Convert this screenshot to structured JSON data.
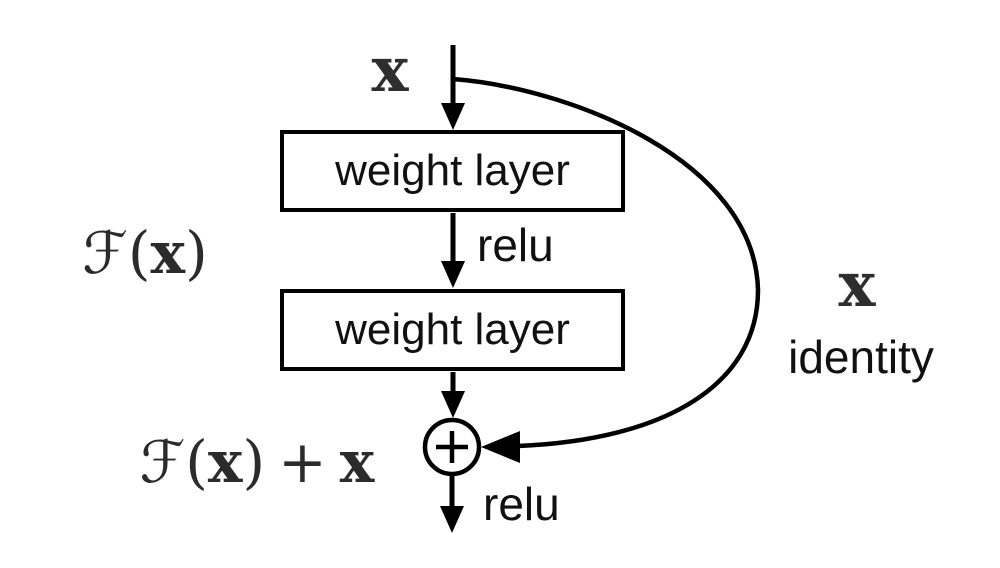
{
  "diagram": {
    "description": "residual learning building block",
    "input_label": "x",
    "blocks": [
      {
        "label": "weight layer"
      },
      {
        "label": "weight layer"
      }
    ],
    "relu_mid_label": "relu",
    "relu_out_label": "relu",
    "residual_expr": {
      "f": "ℱ",
      "open": "(",
      "x": "x",
      "close": ")"
    },
    "output_expr": {
      "f": "ℱ",
      "open": "(",
      "x": "x",
      "close": ")",
      "plus": "+",
      "x2": "x"
    },
    "skip": {
      "x_label": "x",
      "identity_label": "identity"
    },
    "add_icon": "+",
    "colors": {
      "line": "#000000",
      "text": "#1a1a1a",
      "background": "#ffffff"
    }
  }
}
